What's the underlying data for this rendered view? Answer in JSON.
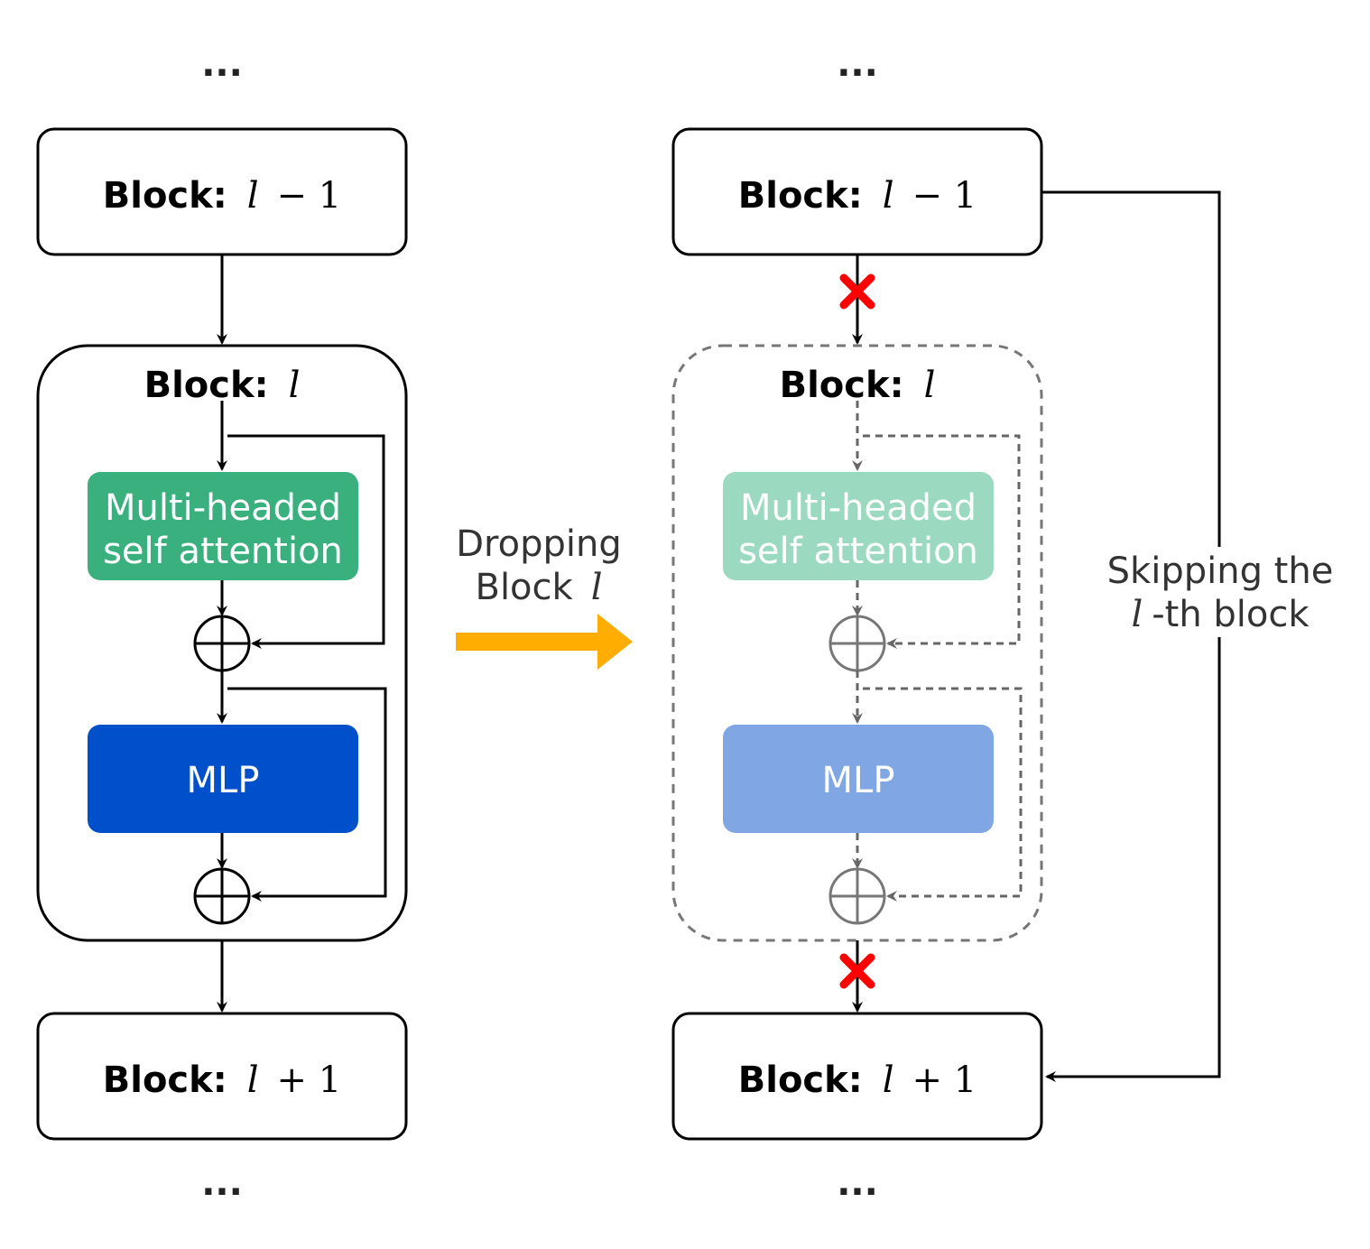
{
  "ellipsis": "...",
  "block_prefix": "Block:",
  "var_l": "l",
  "minus_one": "− 1",
  "plus_one": "+ 1",
  "mhsa_line1": "Multi-headed",
  "mhsa_line2": "self attention",
  "mlp": "MLP",
  "drop_line1": "Dropping",
  "drop_line2_word": "Block",
  "skip_line1": "Skipping the",
  "skip_line2_suffix": "-th block",
  "colors": {
    "mhsa": "#3bb07f",
    "mhsa_faded": "#9bdac0",
    "mlp": "#0050cc",
    "mlp_faded": "#80a7e4",
    "arrow": "#ffad00",
    "cross": "#ff0000",
    "dashed": "#777777"
  }
}
